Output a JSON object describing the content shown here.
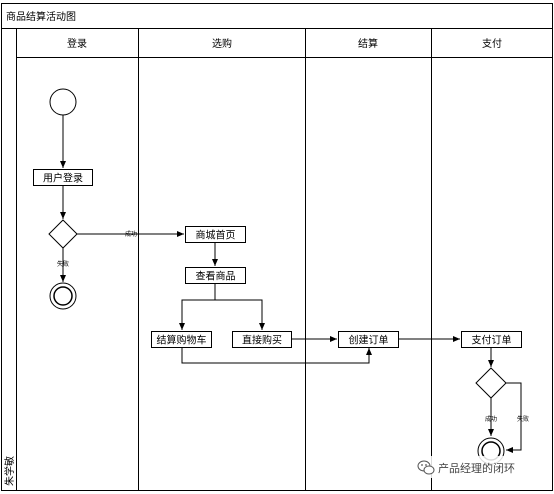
{
  "diagram": {
    "title": "商品结算活动图",
    "lane_owner": "朱学敏",
    "lanes": [
      "登录",
      "选购",
      "结算",
      "支付"
    ],
    "nodes": {
      "user_login": "用户登录",
      "mall_home": "商城首页",
      "view_products": "查看商品",
      "checkout_cart": "结算购物车",
      "buy_now": "直接购买",
      "create_order": "创建订单",
      "pay_order": "支付订单"
    },
    "edge_labels": {
      "login_success": "成功",
      "login_fail": "失败",
      "pay_success": "成功",
      "pay_fail": "失败"
    }
  },
  "watermark": {
    "text": "产品经理的闭环"
  }
}
